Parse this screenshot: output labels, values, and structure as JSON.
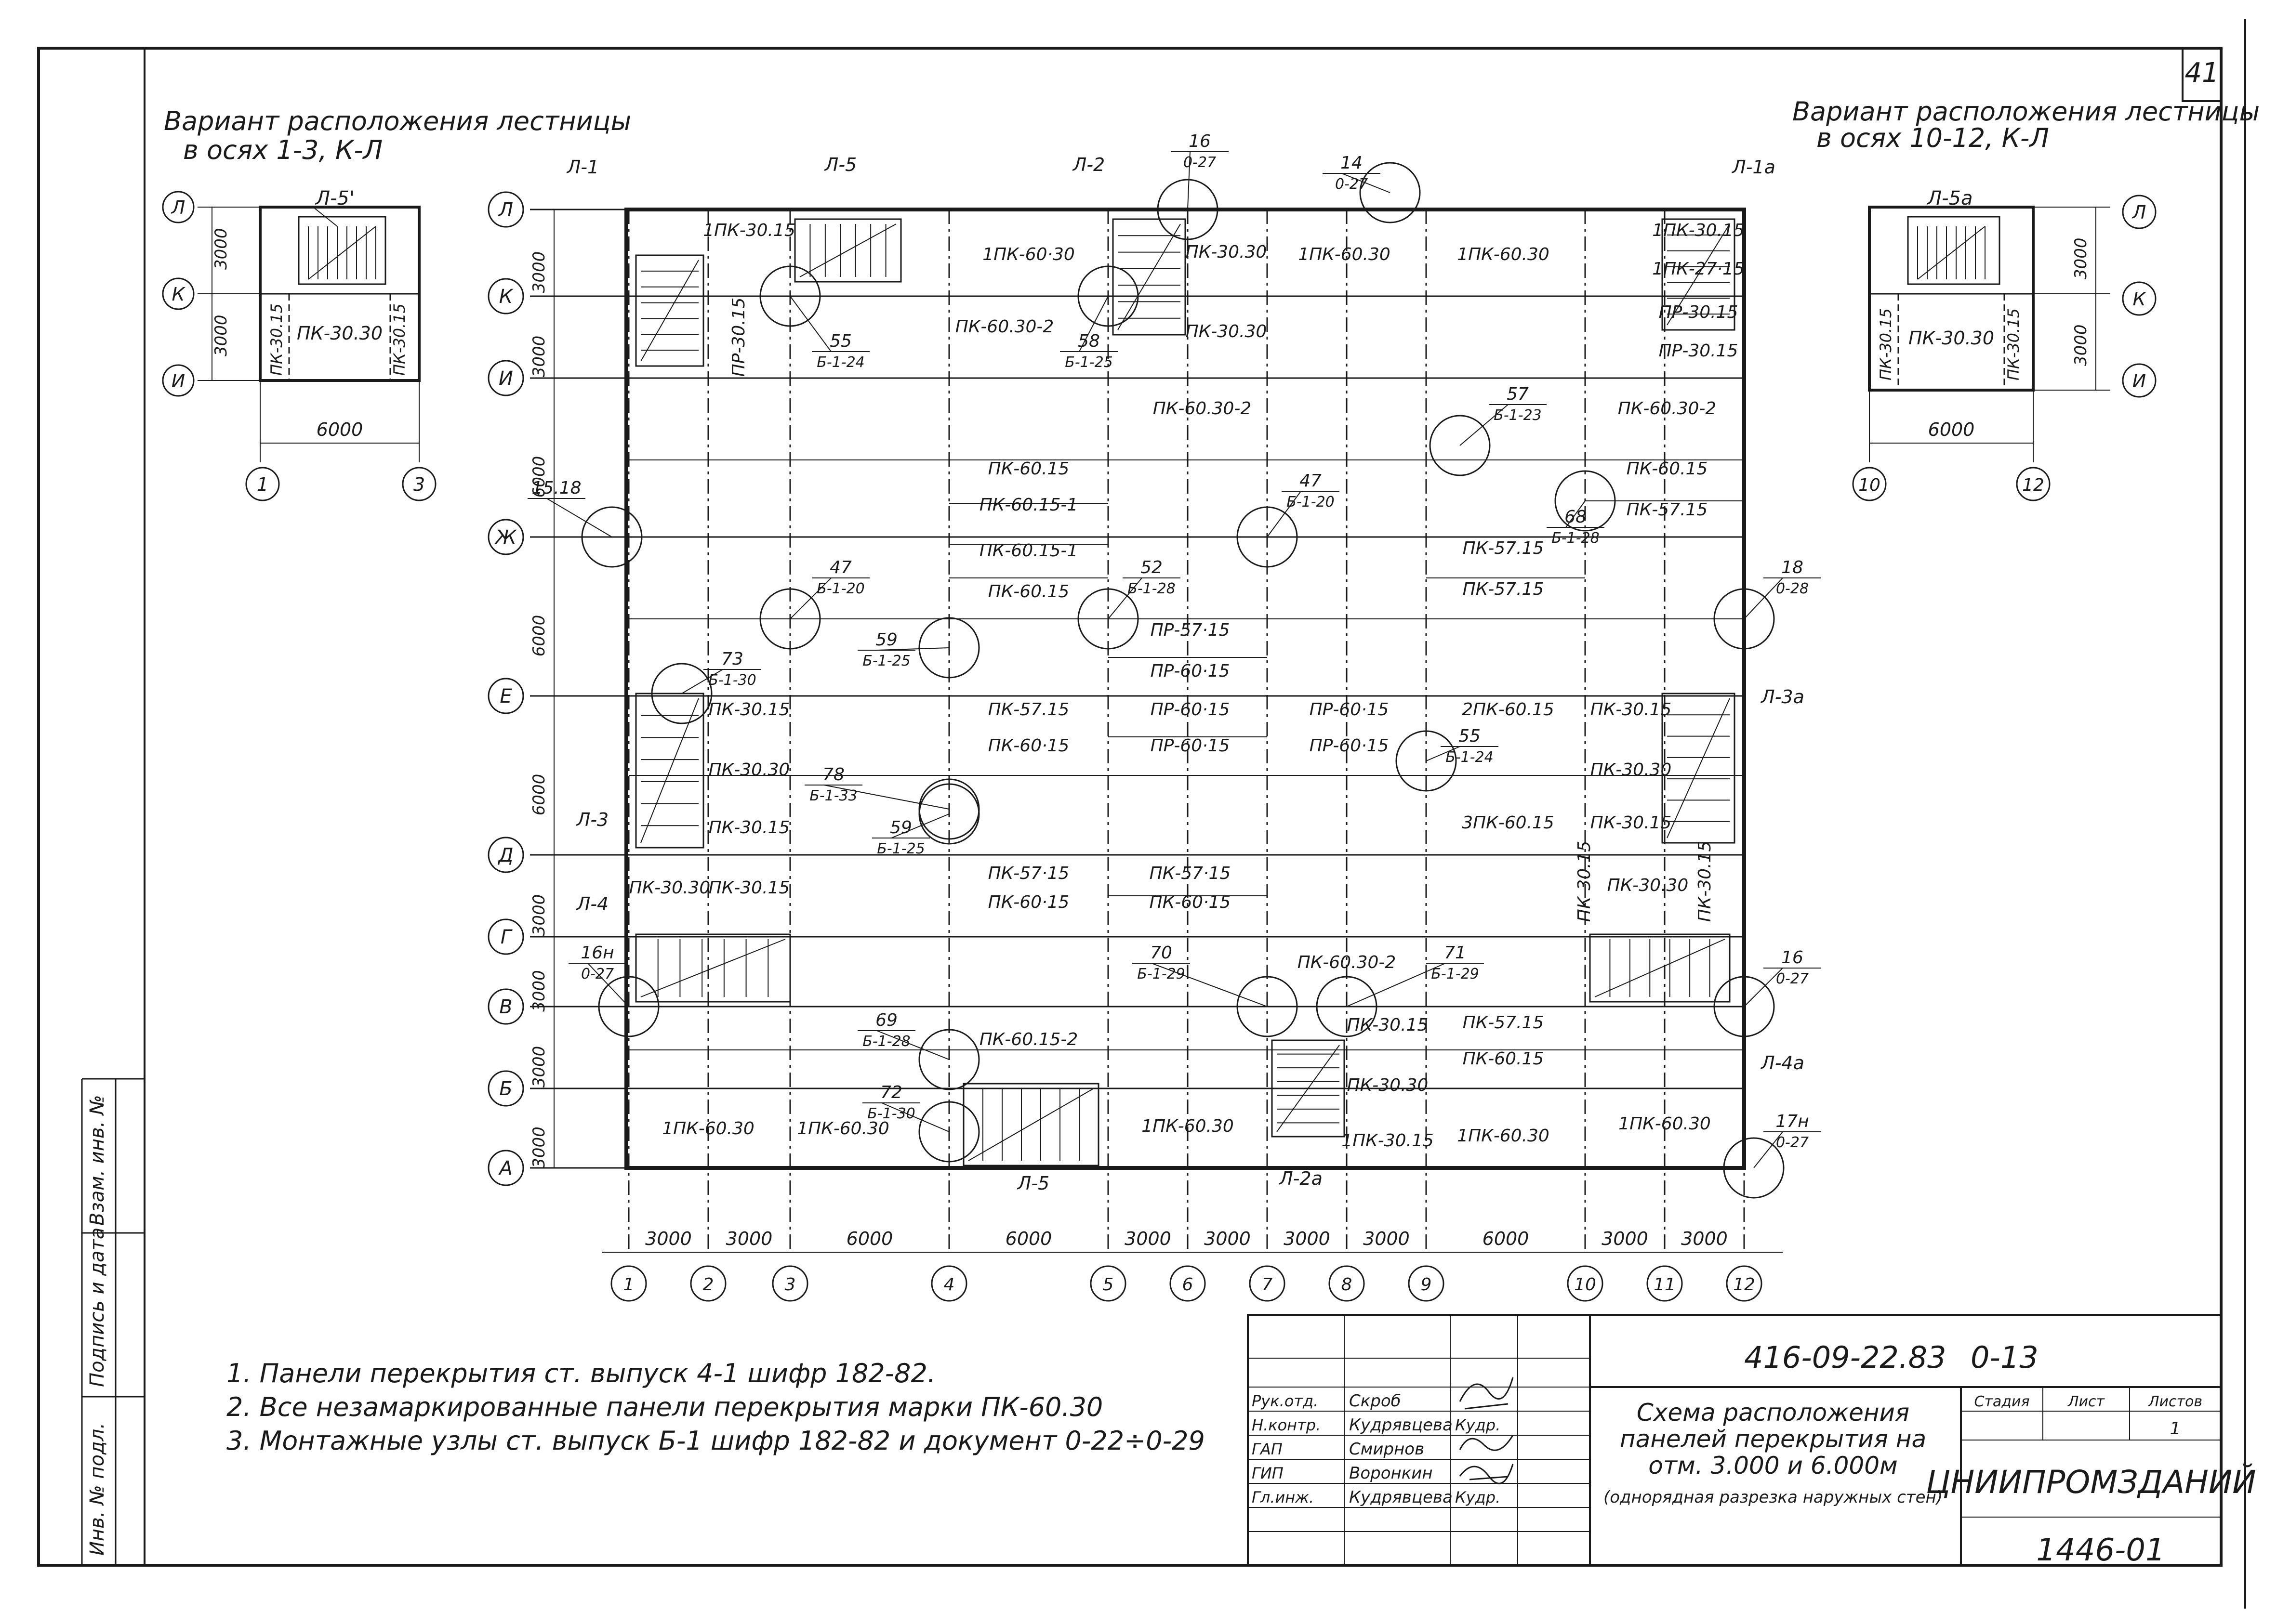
{
  "sheet_number": "41",
  "left_variant": {
    "title": [
      "Вариант расположения лестницы",
      "в осях 1-3, К-Л"
    ],
    "stair_label": "Л-5'",
    "panels": [
      "ПК-30.15",
      "ПК-30.30",
      "ПК-30.15"
    ],
    "dims_vertical": [
      "3000",
      "3000"
    ],
    "dim_horizontal": "6000",
    "axes_rows": [
      "Л",
      "К",
      "И"
    ],
    "axes_cols": [
      "1",
      "3"
    ]
  },
  "right_variant": {
    "title": [
      "Вариант расположения лестницы",
      "в осях 10-12, К-Л"
    ],
    "stair_label": "Л-5а",
    "panels": [
      "ПК-30.15",
      "ПК-30.30",
      "ПК-30.15"
    ],
    "dims_vertical": [
      "3000",
      "3000"
    ],
    "dim_horizontal": "6000",
    "axes_rows": [
      "Л",
      "К",
      "И"
    ],
    "axes_cols": [
      "10",
      "12"
    ]
  },
  "plan": {
    "row_axes": [
      "Л",
      "К",
      "И",
      "Ж",
      "Е",
      "Д",
      "Г",
      "В",
      "Б",
      "А"
    ],
    "col_axes": [
      "1",
      "2",
      "3",
      "4",
      "5",
      "6",
      "7",
      "8",
      "9",
      "10",
      "11",
      "12"
    ],
    "row_dims": [
      "3000",
      "3000",
      "6000",
      "6000",
      "6000",
      "3000",
      "3000",
      "3000",
      "3000"
    ],
    "col_dims": [
      "3000",
      "3000",
      "6000",
      "6000",
      "3000",
      "3000",
      "3000",
      "3000",
      "6000",
      "3000",
      "3000"
    ],
    "stair_labels": [
      "Л-1",
      "Л-5",
      "Л-2",
      "Л-1а",
      "Л-3",
      "Л-3а",
      "Л-4",
      "Л-4а",
      "Л-5",
      "Л-2а"
    ],
    "panels": [
      "1ПК-30.15",
      "1ПК-60·30",
      "ПК-30.30",
      "1ПК-60.30",
      "1ПК-60.30",
      "1ПК-30.15",
      "1ПК-27·15",
      "ПР-30.15",
      "ПР-30.15",
      "ПР-30.15",
      "ПК-60.30-2",
      "ПК-30.30",
      "ПК-60.30-2",
      "ПК-60.30-2",
      "ПК-60.15",
      "ПК-57.15",
      "ПК-60.15",
      "ПК-60.15-1",
      "ПК-60.15-1",
      "ПК-60.15",
      "ПК-57.15",
      "ПК-57.15",
      "ПР-57·15",
      "ПР-60·15",
      "ПК-30.15",
      "ПК-57.15",
      "ПР-60·15",
      "ПР-60·15",
      "2ПК-60.15",
      "ПК-30.15",
      "ПК-30.30",
      "ПК-60·15",
      "ПР-60·15",
      "ПР-60·15",
      "ПК-30.30",
      "ПК-30.15",
      "3ПК-60.15",
      "ПК-30.15",
      "ПК-57·15",
      "ПК-57·15",
      "ПК-30.15",
      "ПК-30.30",
      "ПК-30.15",
      "ПК-30.30",
      "ПК-30.15",
      "ПК-60·15",
      "ПК-60·15",
      "ПК-60.30-2",
      "ПК-30.15",
      "ПК-57.15",
      "ПК-60.15-2",
      "ПК-30.30",
      "ПК-60.15",
      "1ПК-60.30",
      "1ПК-60.30",
      "1ПК-60.30",
      "1ПК-30.15",
      "1ПК-60.30",
      "1ПК-60.30"
    ],
    "node_refs": [
      {
        "num": "16",
        "doc": "0-27"
      },
      {
        "num": "14",
        "doc": "0-27"
      },
      {
        "num": "55",
        "doc": "Б-1-24"
      },
      {
        "num": "58",
        "doc": "Б-1-25"
      },
      {
        "num": "57",
        "doc": "Б-1-23"
      },
      {
        "num": "15.18",
        "doc": ""
      },
      {
        "num": "47",
        "doc": "Б-1-20"
      },
      {
        "num": "68",
        "doc": "Б-1-28"
      },
      {
        "num": "47",
        "doc": "Б-1-20"
      },
      {
        "num": "52",
        "doc": "Б-1-28"
      },
      {
        "num": "18",
        "doc": "0-28"
      },
      {
        "num": "59",
        "doc": "Б-1-25"
      },
      {
        "num": "73",
        "doc": "Б-1-30"
      },
      {
        "num": "55",
        "doc": "Б-1-24"
      },
      {
        "num": "78",
        "doc": "Б-1-33"
      },
      {
        "num": "59",
        "doc": "Б-1-25"
      },
      {
        "num": "16н",
        "doc": "0-27"
      },
      {
        "num": "70",
        "doc": "Б-1-29"
      },
      {
        "num": "71",
        "doc": "Б-1-29"
      },
      {
        "num": "16",
        "doc": "0-27"
      },
      {
        "num": "69",
        "doc": "Б-1-28"
      },
      {
        "num": "72",
        "doc": "Б-1-30"
      },
      {
        "num": "17н",
        "doc": "0-27"
      }
    ]
  },
  "notes": [
    "1. Панели перекрытия ст. выпуск 4-1 шифр 182-82.",
    "2. Все незамаркированные панели перекрытия марки ПК-60.30",
    "3. Монтажные узлы ст. выпуск Б-1 шифр 182-82 и документ 0-22÷0-29"
  ],
  "stamp": {
    "code": "416-09-22.83",
    "doc": "0-13",
    "title_lines": [
      "Схема расположения",
      "панелей перекрытия на",
      "отм. 3.000 и 6.000м",
      "(однорядная разрезка наружных стен)"
    ],
    "headers": [
      "Стадия",
      "Лист",
      "Листов"
    ],
    "sheets_total": "1",
    "org": "ЦНИИПРОМЗДАНИЙ",
    "roles": [
      "Рук.отд.",
      "Н.контр.",
      "ГАП",
      "ГИП",
      "Гл.инж."
    ],
    "names": [
      "Скроб",
      "Кудрявцева",
      "Смирнов",
      "Воронкин",
      "Кудрявцева"
    ],
    "signatures": [
      "",
      "Кудр.",
      "",
      "",
      "Кудр."
    ]
  },
  "side_strip": [
    "Инв. № подл.",
    "Подпись и дата",
    "Взам. инв. №"
  ],
  "archive_number": "1446-01"
}
